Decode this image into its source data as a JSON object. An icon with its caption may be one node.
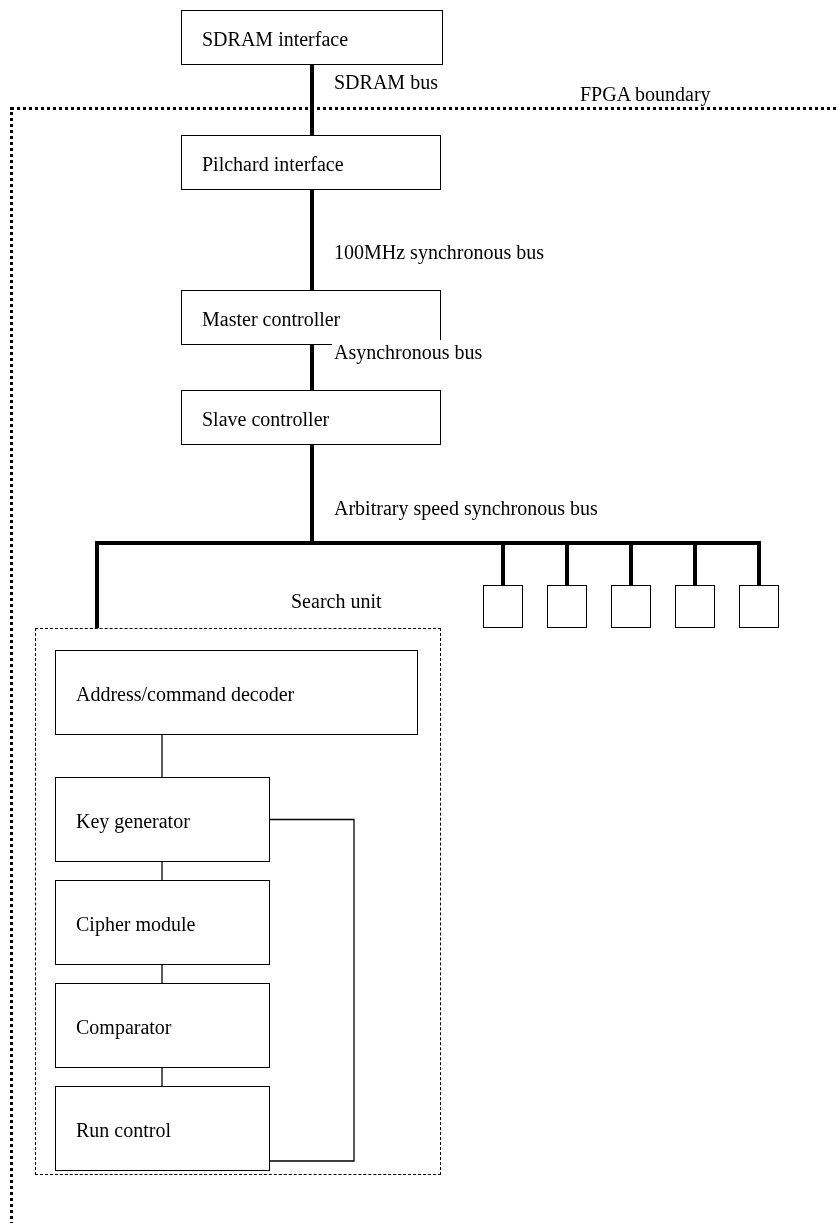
{
  "diagram": {
    "nodes": [
      {
        "text": [
          "SDRAM interface"
        ]
      },
      {
        "text": [
          "FPGA boundary"
        ]
      },
      {
        "text": [
          "Pilchard interface"
        ],
        "in": 1
      },
      {
        "text": [
          "Master controller"
        ],
        "in": 1
      },
      {
        "text": [
          "Slave controller"
        ],
        "in": 1
      },
      {
        "text": [
          "Search unit"
        ],
        "in": 1
      },
      {
        "text": [
          "Address/command decoder"
        ],
        "in": 5
      },
      {
        "text": [
          "Key generator"
        ],
        "in": 5
      },
      {
        "text": [
          "Cipher module"
        ],
        "in": 5
      },
      {
        "text": [
          "Comparator"
        ],
        "in": 5
      },
      {
        "text": [
          "Run control"
        ],
        "in": 5
      },
      {
        "text": [],
        "shape": "box",
        "in": 1
      },
      {
        "text": [],
        "shape": "box",
        "in": 1
      },
      {
        "text": [],
        "shape": "box",
        "in": 1
      },
      {
        "text": [],
        "shape": "box",
        "in": 1
      },
      {
        "text": [],
        "shape": "box",
        "in": 1
      }
    ],
    "edges": [
      {
        "from": 0,
        "to": 2,
        "arrow": "none",
        "label": "SDRAM bus"
      },
      {
        "from": 2,
        "to": 3,
        "arrow": "none",
        "label": "100MHz synchronous bus"
      },
      {
        "from": 3,
        "to": 4,
        "arrow": "none",
        "label": "Asynchronous bus"
      },
      {
        "from": 4,
        "to": 5,
        "arrow": "none",
        "label": "Arbitrary speed synchronous bus"
      },
      {
        "from": 4,
        "to": 11,
        "arrow": "none"
      },
      {
        "from": 4,
        "to": 12,
        "arrow": "none"
      },
      {
        "from": 4,
        "to": 13,
        "arrow": "none"
      },
      {
        "from": 4,
        "to": 14,
        "arrow": "none"
      },
      {
        "from": 4,
        "to": 15,
        "arrow": "none"
      },
      {
        "from": 6,
        "to": 7,
        "arrow": "none"
      },
      {
        "from": 7,
        "to": 8,
        "arrow": "none"
      },
      {
        "from": 8,
        "to": 9,
        "arrow": "none"
      },
      {
        "from": 9,
        "to": 10,
        "arrow": "none"
      },
      {
        "from": 7,
        "to": 10,
        "arrow": "none"
      }
    ]
  }
}
